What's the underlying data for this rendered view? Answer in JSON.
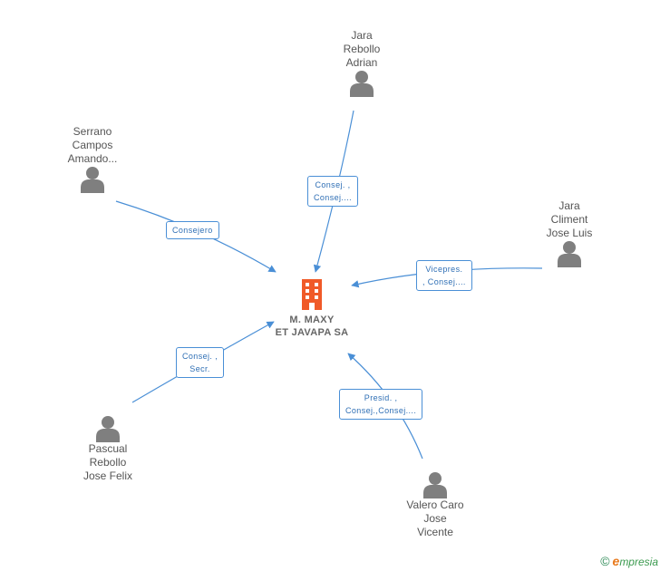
{
  "company": {
    "name": "M. MAXY\nET JAVAPA SA",
    "icon": "building-icon",
    "color": "#f05a28"
  },
  "persons": [
    {
      "id": "jara-rebollo",
      "name": "Jara\nRebollo\nAdrian",
      "icon": "person-icon"
    },
    {
      "id": "serrano-campos",
      "name": "Serrano\nCampos\nAmando...",
      "icon": "person-icon"
    },
    {
      "id": "jara-climent",
      "name": "Jara\nCliment\nJose Luis",
      "icon": "person-icon"
    },
    {
      "id": "pascual-rebollo",
      "name": "Pascual\nRebollo\nJose Felix",
      "icon": "person-icon"
    },
    {
      "id": "valero-caro",
      "name": "Valero Caro\nJose\nVicente",
      "icon": "person-icon"
    }
  ],
  "roles": [
    {
      "person": "jara-rebollo",
      "lines": [
        "Consej. ,",
        "Consej...."
      ]
    },
    {
      "person": "serrano-campos",
      "lines": [
        "Consejero"
      ]
    },
    {
      "person": "jara-climent",
      "lines": [
        "Vicepres.",
        ", Consej...."
      ]
    },
    {
      "person": "pascual-rebollo",
      "lines": [
        "Consej. ,",
        "Secr."
      ]
    },
    {
      "person": "valero-caro",
      "lines": [
        "Presid. ,",
        "Consej.,Consej...."
      ]
    }
  ],
  "colors": {
    "edge": "#4a8fd6",
    "person_icon": "#7f7f7f",
    "label_text": "#555555"
  },
  "footer": {
    "copyright": "©",
    "brand_initial": "e",
    "brand_rest": "mpresia"
  }
}
